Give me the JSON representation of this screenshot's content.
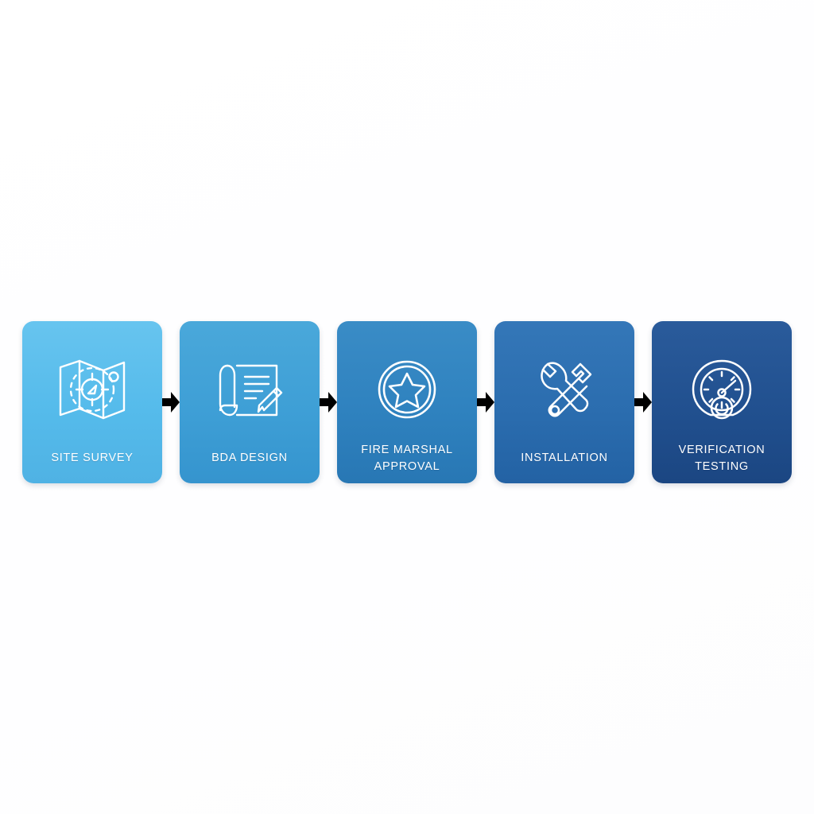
{
  "diagram": {
    "type": "horizontal-process-flow",
    "background_color": "#ffffff",
    "connector": {
      "icon": "arrow-right-icon",
      "color": "#000000",
      "count": 4
    },
    "steps": [
      {
        "label": "SITE SURVEY",
        "icon": "folded-map-compass-icon",
        "color": "#5cbdec",
        "gradient_from": "#67c4ef",
        "gradient_to": "#4fb2e4"
      },
      {
        "label": "BDA DESIGN",
        "icon": "blueprint-pencil-icon",
        "color": "#3e9fd6",
        "gradient_from": "#4aa8da",
        "gradient_to": "#3594ce"
      },
      {
        "label": "FIRE MARSHAL APPROVAL",
        "label_line_1": "FIRE MARSHAL",
        "label_line_2": "APPROVAL",
        "icon": "star-badge-icon",
        "color": "#2f82bf",
        "gradient_from": "#3a8cc6",
        "gradient_to": "#2877b4"
      },
      {
        "label": "INSTALLATION",
        "icon": "wrench-hammer-icon",
        "color": "#2b6daf",
        "gradient_from": "#3477b8",
        "gradient_to": "#2362a4"
      },
      {
        "label": "VERIFICATION TESTING",
        "label_line_1": "VERIFICATION",
        "label_line_2": "TESTING",
        "icon": "gauge-meter-icon",
        "color": "#21508f",
        "gradient_from": "#2a5b9b",
        "gradient_to": "#1b4682"
      }
    ]
  }
}
